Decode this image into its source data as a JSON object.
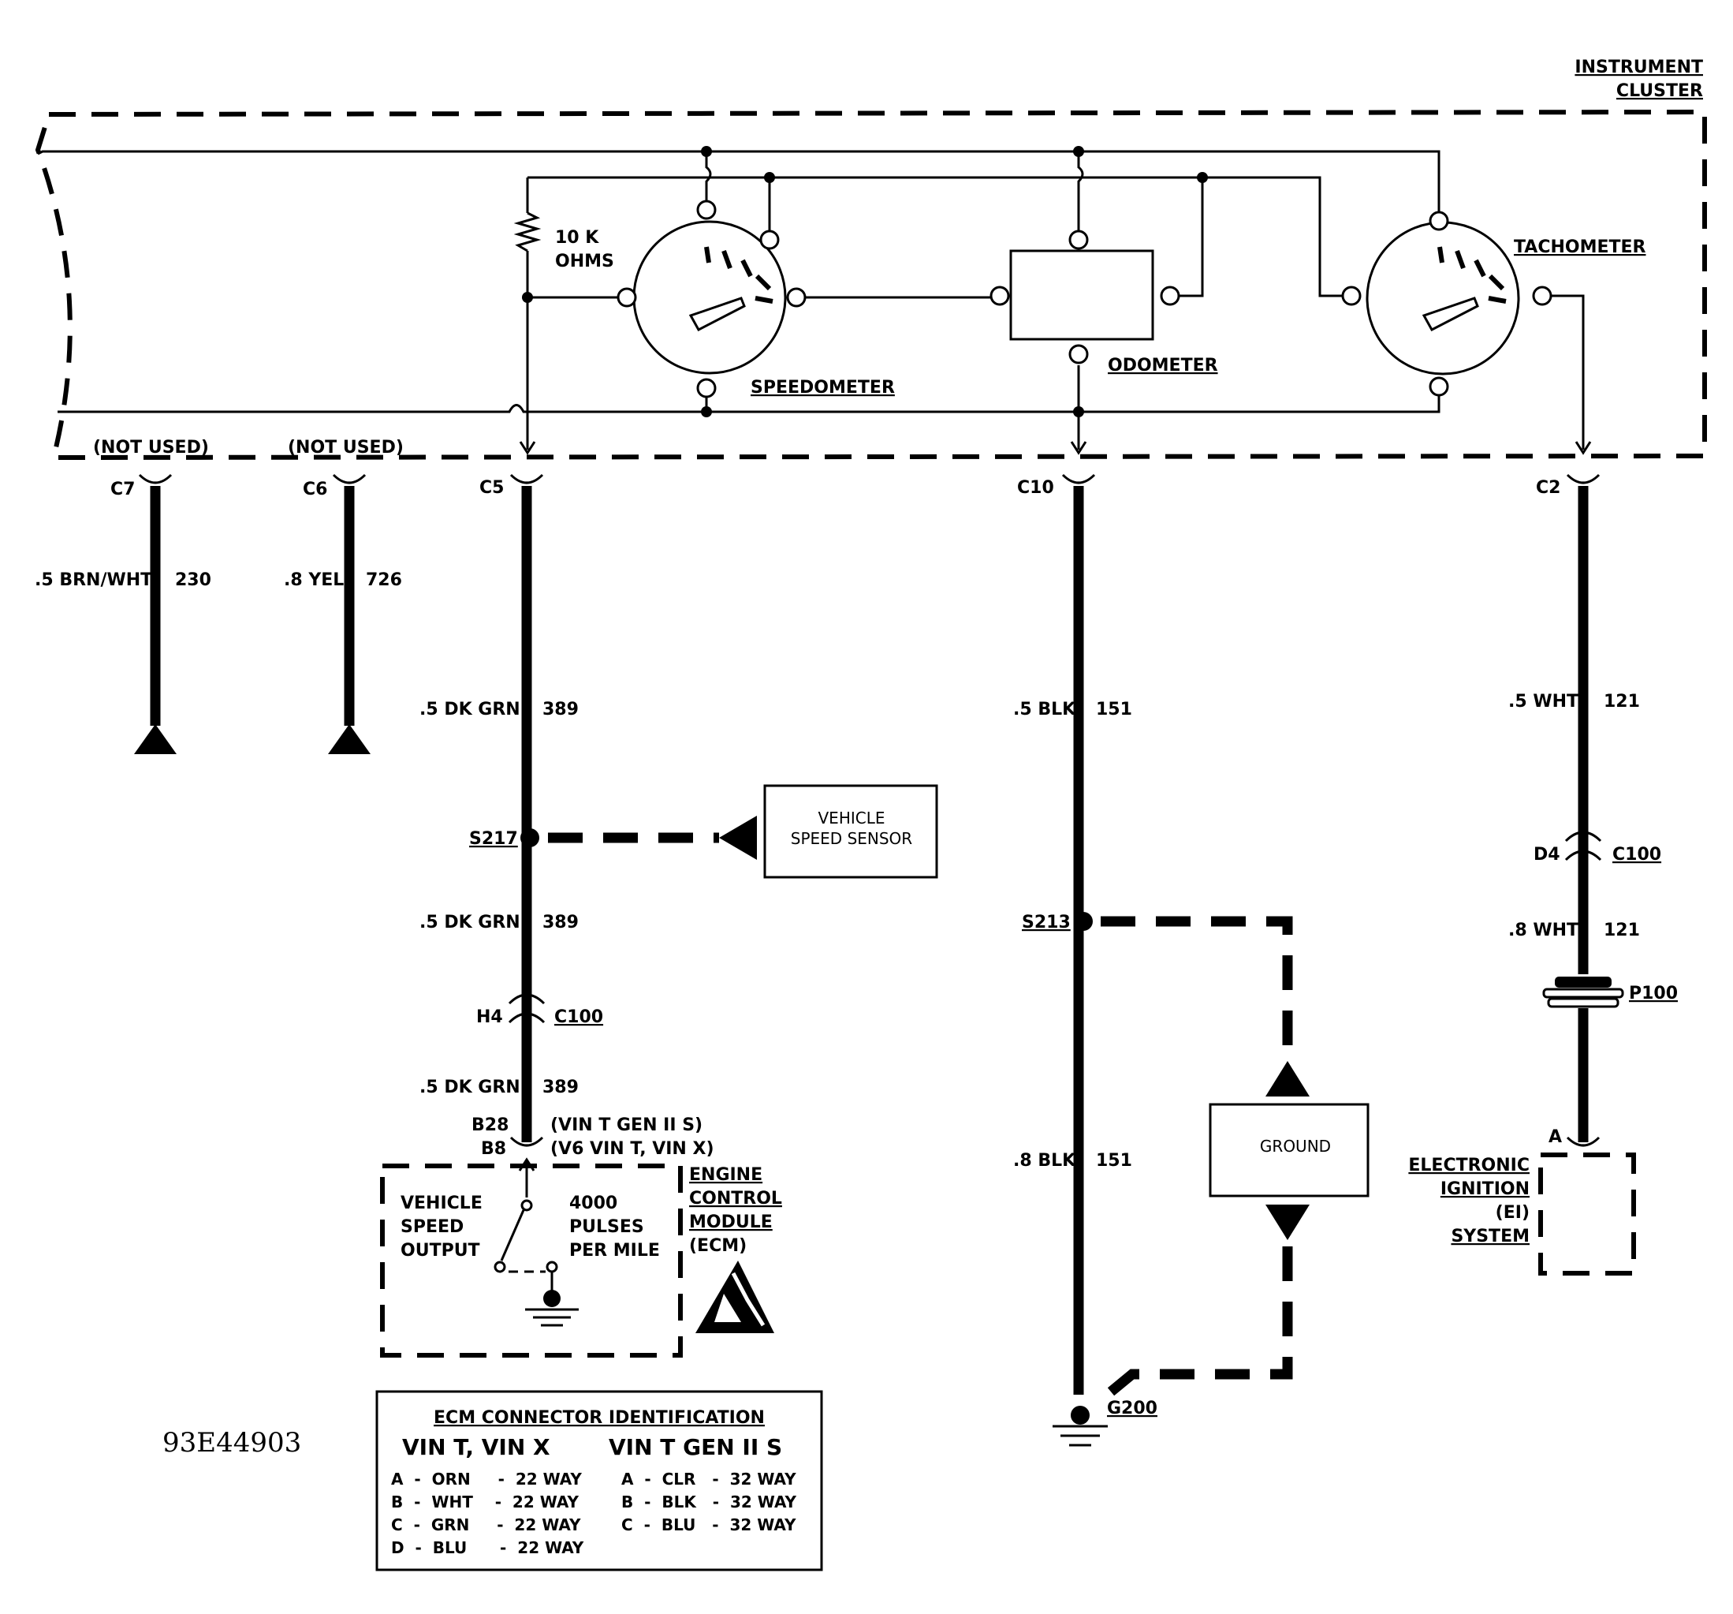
{
  "cluster": {
    "line1": "INSTRUMENT",
    "line2": "CLUSTER"
  },
  "components": {
    "resistor_value": "10 K",
    "resistor_unit": "OHMS",
    "speedometer": "SPEEDOMETER",
    "odometer": "ODOMETER",
    "tachometer": "TACHOMETER"
  },
  "not_used": "(NOT USED)",
  "connectors": {
    "c7": "C7",
    "c6": "C6",
    "c5": "C5",
    "c10": "C10",
    "c2": "C2",
    "h4": "H4",
    "c100": "C100",
    "d4": "D4",
    "p100": "P100",
    "b28": "B28",
    "b8": "B8",
    "a": "A",
    "b28_note": "(VIN T  GEN II S)",
    "b8_note": "(V6  VIN T, VIN X)"
  },
  "wires": {
    "w230_color": ".5 BRN/WHT",
    "w230_circuit": "230",
    "w726_color": ".8 YEL",
    "w726_circuit": "726",
    "w389_color": ".5 DK GRN",
    "w389_circuit": "389",
    "w151a_color": ".5 BLK",
    "w151_circuit": "151",
    "w151b_color": ".8 BLK",
    "w121a_color": ".5 WHT",
    "w121_circuit": "121",
    "w121b_color": ".8 WHT"
  },
  "splices": {
    "s217": "S217",
    "s213": "S213",
    "g200": "G200"
  },
  "vss": {
    "line1": "VEHICLE",
    "line2": "SPEED SENSOR"
  },
  "ground_box": "GROUND",
  "ecm": {
    "out1": "VEHICLE",
    "out2": "SPEED",
    "out3": "OUTPUT",
    "p1": "4000",
    "p2": "PULSES",
    "p3": "PER MILE",
    "name1": "ENGINE",
    "name2": "CONTROL",
    "name3": "MODULE",
    "name4": "(ECM)"
  },
  "ei": {
    "line1": "ELECTRONIC",
    "line2": "IGNITION",
    "line3": "(EI)",
    "line4": "SYSTEM"
  },
  "figure_id": "93E44903",
  "ecm_table": {
    "title": "ECM CONNECTOR IDENTIFICATION",
    "col1_head": "VIN T, VIN X",
    "col2_head": "VIN T  GEN II S",
    "col1_rows": [
      "A  -  ORN     -  22 WAY",
      "B  -  WHT    -  22 WAY",
      "C  -  GRN     -  22 WAY",
      "D  -  BLU      -  22 WAY"
    ],
    "col2_rows": [
      "A  -  CLR   -  32 WAY",
      "B  -  BLK   -  32 WAY",
      "C  -  BLU   -  32 WAY"
    ]
  }
}
